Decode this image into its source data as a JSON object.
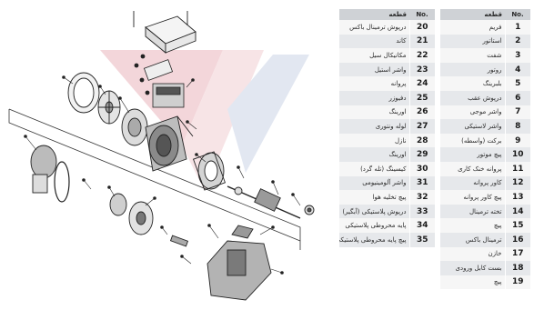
{
  "table_left": {
    "header_name": "قطعه",
    "header_no": "No.",
    "rows": [
      {
        "no": "20",
        "name": "درپوش ترمینال باکس"
      },
      {
        "no": "21",
        "name": "کاند"
      },
      {
        "no": "22",
        "name": "مکانیکال سیل"
      },
      {
        "no": "23",
        "name": "واشر استیل"
      },
      {
        "no": "24",
        "name": "پروانه"
      },
      {
        "no": "25",
        "name": "دفیوزر"
      },
      {
        "no": "26",
        "name": "اورینگ"
      },
      {
        "no": "27",
        "name": "لوله ونتوری"
      },
      {
        "no": "28",
        "name": "نازل"
      },
      {
        "no": "29",
        "name": "اورینگ"
      },
      {
        "no": "30",
        "name": "کیسینگ (تله گرد)"
      },
      {
        "no": "31",
        "name": "واشر آلومینیومی"
      },
      {
        "no": "32",
        "name": "پیچ تخلیه هوا"
      },
      {
        "no": "33",
        "name": "درپوش پلاستیکی (آبگیر)"
      },
      {
        "no": "34",
        "name": "پایه محروطی پلاستیکی"
      },
      {
        "no": "35",
        "name": "پیچ پایه محروطی پلاستیکی"
      }
    ]
  },
  "table_right": {
    "header_name": "قطعه",
    "header_no": "No.",
    "rows": [
      {
        "no": "1",
        "name": "فریم"
      },
      {
        "no": "2",
        "name": "استاتور"
      },
      {
        "no": "3",
        "name": "شفت"
      },
      {
        "no": "4",
        "name": "روتور"
      },
      {
        "no": "5",
        "name": "بلبرینگ"
      },
      {
        "no": "6",
        "name": "درپوش عقب"
      },
      {
        "no": "7",
        "name": "واشر موجی"
      },
      {
        "no": "8",
        "name": "واشر لاستیکی"
      },
      {
        "no": "9",
        "name": "برکت (واسطه)"
      },
      {
        "no": "10",
        "name": "پیچ موتور"
      },
      {
        "no": "11",
        "name": "پروانه خنک کاری"
      },
      {
        "no": "12",
        "name": "کاور پروانه"
      },
      {
        "no": "13",
        "name": "پیچ کاور پروانه"
      },
      {
        "no": "14",
        "name": "تخته ترمینال"
      },
      {
        "no": "15",
        "name": "پیچ"
      },
      {
        "no": "16",
        "name": "ترمینال باکس"
      },
      {
        "no": "17",
        "name": "خازن"
      },
      {
        "no": "18",
        "name": "بست کابل ورودی"
      },
      {
        "no": "19",
        "name": "پیچ"
      }
    ]
  },
  "colors": {
    "watermark_red": "#f1d2d6",
    "watermark_blue": "#dfe4ef",
    "line": "#222222",
    "header_bg": "#cfd2d6",
    "row_even": "#e6e8eb",
    "row_odd": "#f6f6f6"
  }
}
